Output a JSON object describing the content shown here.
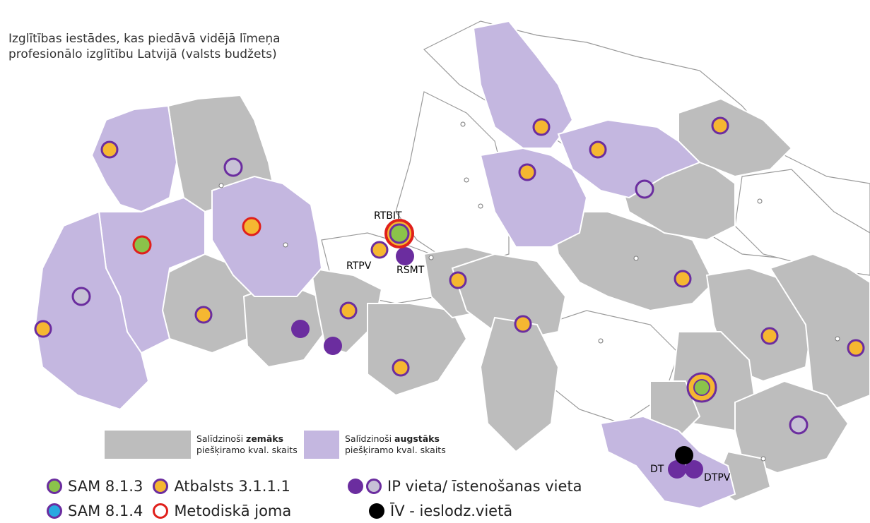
{
  "title": {
    "line1": "Izglītības iestādes, kas piedāvā vidējā līmeņa",
    "line2": "profesionālo izglītību Latvijā (valsts budžets)"
  },
  "colors": {
    "low_region": "#bdbdbd",
    "high_region": "#c4b7e0",
    "border": "#ffffff",
    "sam813_fill": "#8bc34a",
    "sam814_fill": "#29a9e1",
    "atbalsts_fill": "#f5b731",
    "ring": "#6b2d9f",
    "metod_ring": "#e0201b",
    "ip_dark": "#6b2d9f",
    "ip_light_fill": "#c7c1d6",
    "iv_fill": "#000000"
  },
  "labels": {
    "rtbit": "RTBIT",
    "rtpv": "RTPV",
    "rsmt": "RSMT",
    "dt": "DT",
    "dtpv": "DTPV"
  },
  "legend": {
    "low_line1_pre": "Salīdzinoši ",
    "low_line1_bold": "zemāks",
    "low_line2": "piešķiramo kval. skaits",
    "high_line1_pre": "Salīdzinoši ",
    "high_line1_bold": "augstāks",
    "high_line2": "piešķiramo kval. skaits",
    "sam813": "SAM 8.1.3",
    "atbalsts": "Atbalsts 3.1.1.1",
    "ip": "IP vieta/ īstenošanas vieta",
    "sam814": "SAM 8.1.4",
    "metod": "Metodiskā joma",
    "iv": "ĪV - ieslodz.vietā"
  }
}
